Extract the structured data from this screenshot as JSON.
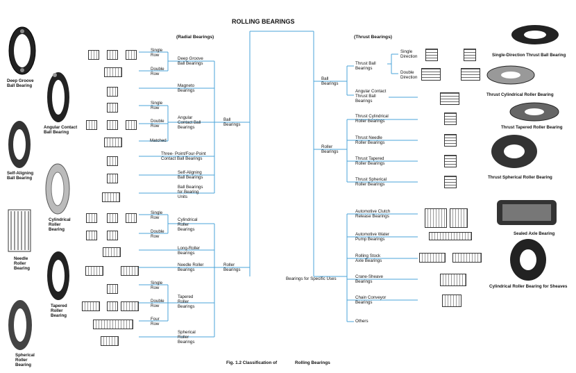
{
  "title": "ROLLING BEARINGS",
  "radial_header": "(Radial Bearings)",
  "thrust_header": "(Thrust Bearings)",
  "caption_left": "Fig. 1.2  Classification of",
  "caption_right": "Rolling Bearings",
  "left_photos": [
    "Deep Groove\nBall Bearing",
    "Angular Contact\nBall Bearing",
    "Self-Aligning\nBall Bearing",
    "Cylindrical\nRoller\nBearing",
    "Needle\nRoller\nBearing",
    "Tapered\nRoller\nBearing",
    "Spherical\nRoller\nBearing"
  ],
  "right_photos": [
    "Single-Direction Thrust Ball Bearing",
    "Thrust Cylindrical Roller Bearing",
    "Thrust Tapered Roller Bearing",
    "Thrust Spherical Roller Bearing",
    "Sealed Axle Bearing",
    "Cylindrical Roller Bearing for Sheaves"
  ],
  "radial": {
    "ball": "Ball\nBearings",
    "roller": "Roller\nBearings",
    "single_row": "Single\nRow",
    "double_row": "Double\nRow",
    "four_row": "Four\nRow",
    "matched": "Matched",
    "deep_groove": "Deep Groove\nBall Bearings",
    "magneto": "Magneto\nBearings",
    "angular": "Angular\nContact Ball\nBearings",
    "three_four_point": "Three- Point/Four-Point\nContact Ball Bearings",
    "self_aligning": "Self-Aligning\nBall Bearings",
    "ball_units": "Ball Bearings\nfor Bearing\nUnits",
    "cylindrical": "Cylindrical\nRoller\nBearings",
    "long_roller": "Long-Roller\nBearings",
    "needle": "Needle Roller\nBearings",
    "tapered": "Tapered\nRoller\nBearings",
    "spherical": "Spherical\nRoller\nBearings"
  },
  "thrust": {
    "ball": "Ball\nBearings",
    "roller": "Roller\nBearings",
    "thrust_ball": "Thrust Ball\nBearings",
    "single_direction": "Single\nDirection",
    "double_direction": "Double\nDirection",
    "angular_thrust": "Angular Contact\nThrust Ball\nBearings",
    "thrust_cyl": "Thrust Cylindrical\nRoller Bearings",
    "thrust_needle": "Thrust Needle\nRoller Bearings",
    "thrust_tapered": "Thrust Tapered\nRoller Bearings",
    "thrust_spherical": "Thrust Spherical\nRoller Bearings"
  },
  "specific": {
    "label": "Bearings for Specific Uses",
    "items": [
      "Automotive Clutch\nRelease Bearings",
      "Automotive Water\nPump Bearings",
      "Rolling Stock\nAxle Bearings",
      "Crane-Sheave\nBearings",
      "Chain Conveyor\nBearings",
      "Others"
    ]
  },
  "colors": {
    "line": "#4aa3d8",
    "text": "#111111"
  }
}
